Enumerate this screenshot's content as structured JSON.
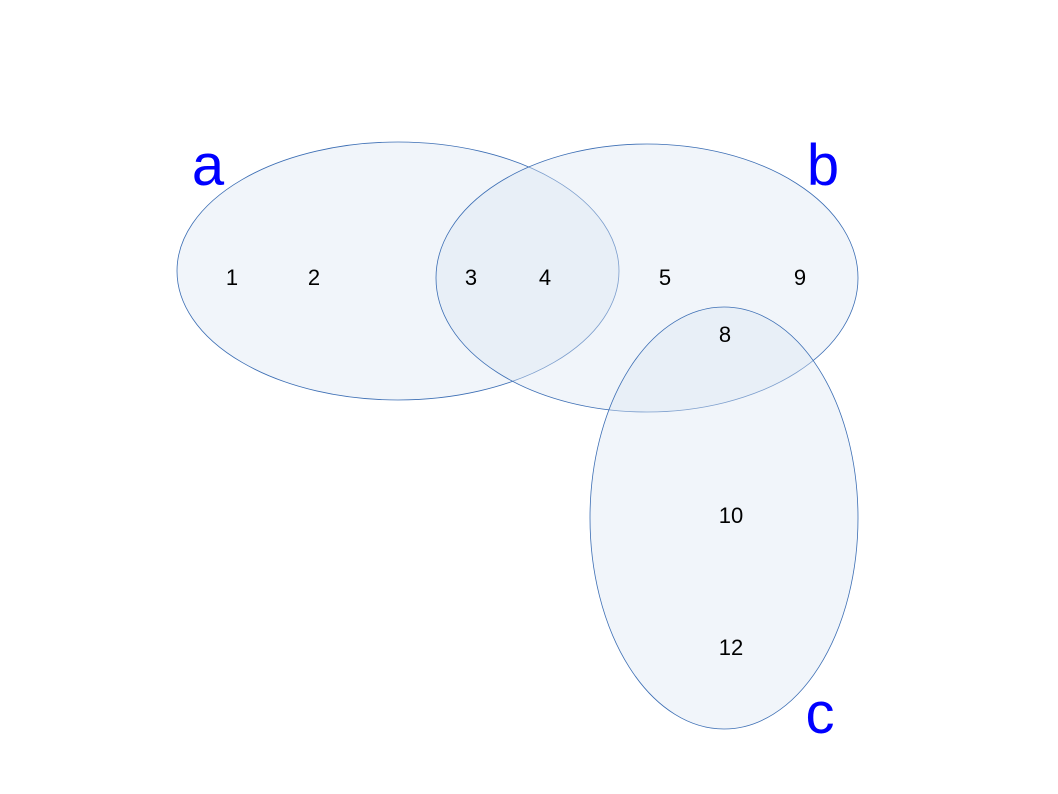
{
  "venn": {
    "sets": [
      {
        "id": "a",
        "label": "a"
      },
      {
        "id": "b",
        "label": "b"
      },
      {
        "id": "c",
        "label": "c"
      }
    ],
    "elements": [
      {
        "value": "1",
        "sets": [
          "a"
        ]
      },
      {
        "value": "2",
        "sets": [
          "a"
        ]
      },
      {
        "value": "3",
        "sets": [
          "a",
          "b"
        ]
      },
      {
        "value": "4",
        "sets": [
          "a",
          "b"
        ]
      },
      {
        "value": "5",
        "sets": [
          "b"
        ]
      },
      {
        "value": "9",
        "sets": [
          "b"
        ]
      },
      {
        "value": "8",
        "sets": [
          "b",
          "c"
        ]
      },
      {
        "value": "10",
        "sets": [
          "c"
        ]
      },
      {
        "value": "12",
        "sets": [
          "c"
        ]
      }
    ]
  },
  "colors": {
    "set_label": "#0000ff",
    "set_fill": "#dce6f2",
    "set_stroke": "#3c6eb4",
    "element_text": "#000000"
  }
}
